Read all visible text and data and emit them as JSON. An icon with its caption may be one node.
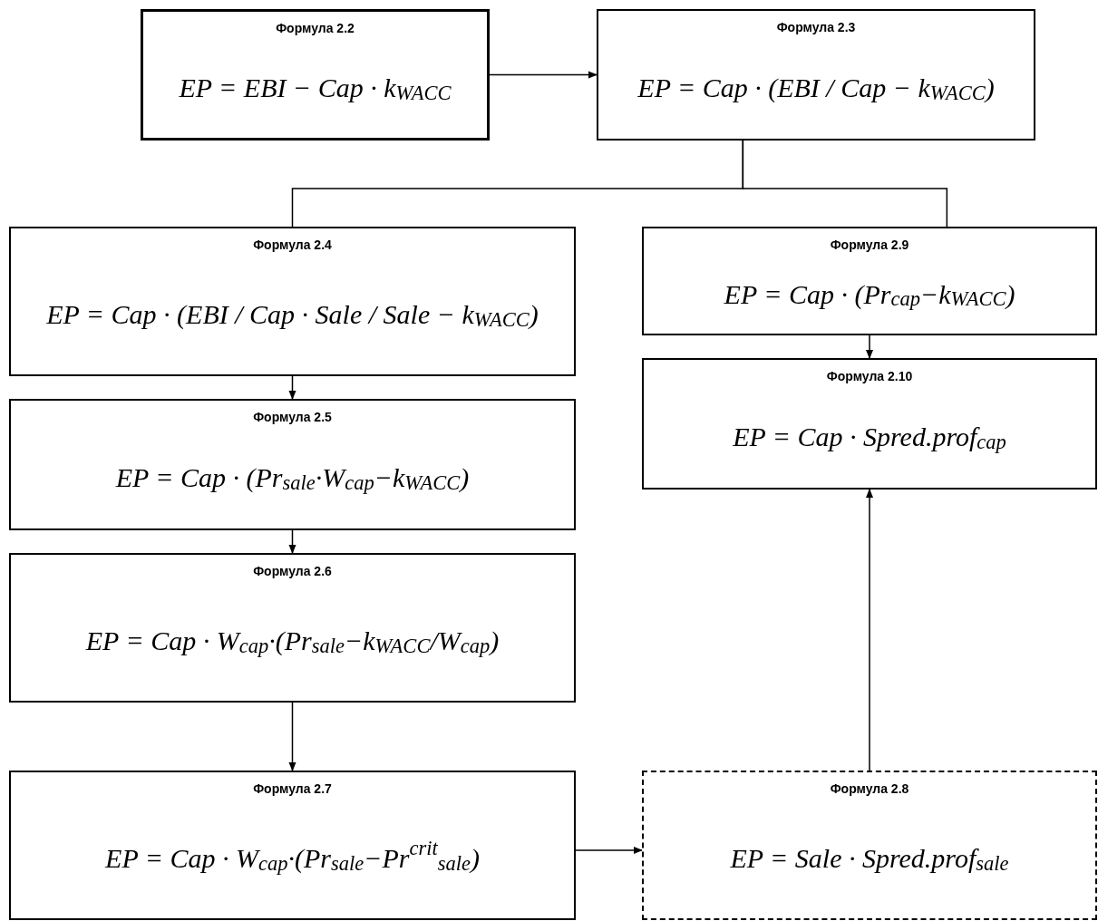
{
  "diagram": {
    "nodes": [
      {
        "text": [
          "Формула 2.2",
          "EP = EBI − Cap · k$_{WACC}$"
        ]
      },
      {
        "text": [
          "Формула 2.3",
          "EP = Cap · (EBI / Cap − k$_{WACC}$)"
        ]
      },
      {
        "text": [
          "Формула 2.4",
          "EP = Cap · (EBI / Cap · Sale / Sale − k$_{WACC}$)"
        ]
      },
      {
        "text": [
          "Формула 2.5",
          "EP = Cap · (Pr$_{sale}$·W$_{cap}$−k$_{WACC}$)"
        ]
      },
      {
        "text": [
          "Формула 2.6",
          "EP = Cap · W$_{cap}$·(Pr$_{sale}$−k$_{WACC}$/W$_{cap}$)"
        ]
      },
      {
        "text": [
          "Формула 2.7",
          "EP = Cap · W$_{cap}$·(Pr$_{sale}$−Pr$^{crit}$$_{sale}$)"
        ]
      },
      {
        "text": [
          "Формула 2.9",
          "EP = Cap · (Pr$_{cap}$−k$_{WACC}$)"
        ]
      },
      {
        "text": [
          "Формула 2.10",
          "EP = Cap · Spred.prof$_{cap}$"
        ]
      },
      {
        "text": [
          "Формула 2.8",
          "EP = Sale · Spred.prof$_{sale}$"
        ]
      }
    ],
    "edges": [
      {
        "from": 0,
        "to": 1,
        "arrow": "to"
      },
      {
        "from": 1,
        "to": 2,
        "arrow": "none"
      },
      {
        "from": 1,
        "to": 6,
        "arrow": "none"
      },
      {
        "from": 2,
        "to": 3,
        "arrow": "to"
      },
      {
        "from": 3,
        "to": 4,
        "arrow": "to"
      },
      {
        "from": 4,
        "to": 5,
        "arrow": "to"
      },
      {
        "from": 5,
        "to": 8,
        "arrow": "to"
      },
      {
        "from": 8,
        "to": 7,
        "arrow": "to"
      },
      {
        "from": 6,
        "to": 7,
        "arrow": "to"
      }
    ]
  }
}
